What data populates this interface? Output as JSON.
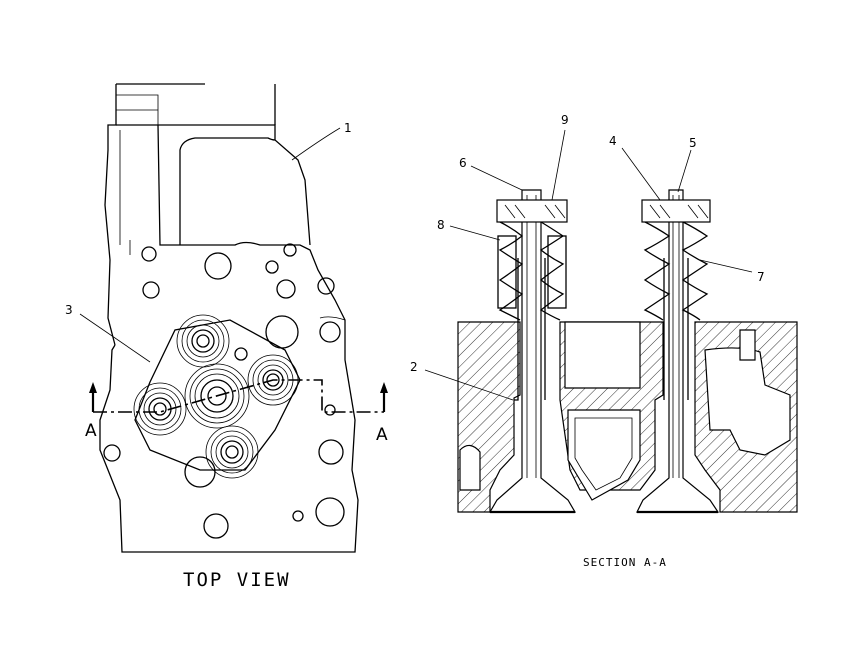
{
  "views": {
    "top_view": {
      "caption": "TOP VIEW"
    },
    "section_view": {
      "caption": "SECTION A-A"
    }
  },
  "section_markers": {
    "left": "A",
    "right": "A"
  },
  "callouts": {
    "c1": "1",
    "c2": "2",
    "c3": "3",
    "c4": "4",
    "c5": "5",
    "c6": "6",
    "c7": "7",
    "c8": "8",
    "c9": "9"
  }
}
